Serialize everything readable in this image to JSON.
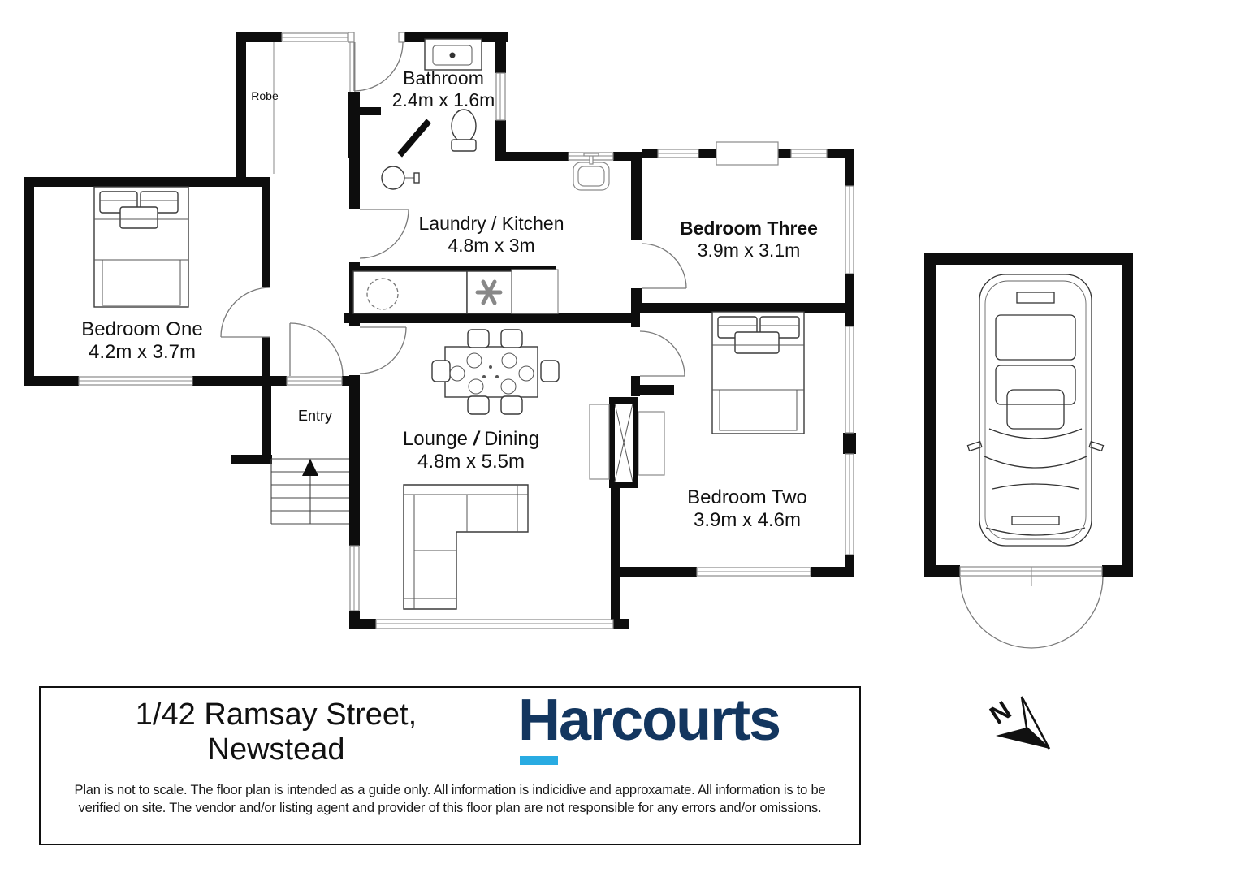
{
  "rooms": {
    "robe": {
      "name": "Robe"
    },
    "bathroom": {
      "name": "Bathroom",
      "dims": "2.4m x 1.6m"
    },
    "laundry_kitchen": {
      "name": "Laundry / Kitchen",
      "dims": "4.8m x 3m"
    },
    "bedroom_three": {
      "name": "Bedroom Three",
      "dims": "3.9m x 3.1m"
    },
    "bedroom_one": {
      "name": "Bedroom One",
      "dims": "4.2m x 3.7m"
    },
    "entry": {
      "name": "Entry"
    },
    "lounge_dining": {
      "name_pre": "Lounge ",
      "slash": "/",
      "name_post": " Dining",
      "dims": "4.8m x 5.5m"
    },
    "bedroom_two": {
      "name": "Bedroom Two",
      "dims": "3.9m x 4.6m"
    }
  },
  "compass": {
    "north_label": "N"
  },
  "footer": {
    "address_line1": "1/42 Ramsay Street,",
    "address_line2": "Newstead",
    "brand": "Harcourts",
    "disclaimer_line1": "Plan is not to scale. The floor plan is intended as a guide only. All information is indicidive and approxamate. All information is to be",
    "disclaimer_line2": "verified on site. The vendor and/or listing agent and provider of this floor plan are not responsible for any errors and/or omissions."
  },
  "colors": {
    "brand_navy": "#13365F",
    "brand_cyan": "#29ABE2",
    "wall_black": "#0D0D0D"
  }
}
